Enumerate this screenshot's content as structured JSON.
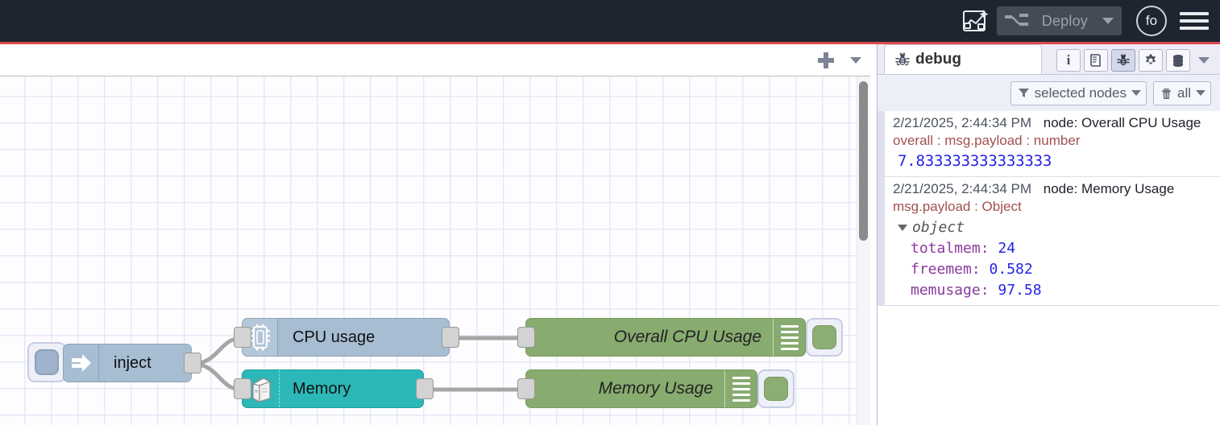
{
  "header": {
    "flow_icon": "flow-sparkle-icon",
    "deploy_label": "Deploy",
    "deploy_caret_icon": "chevron-down-icon",
    "avatar_initials": "fo",
    "menu_icon": "hamburger-menu-icon"
  },
  "editor": {
    "tabbar": {
      "add_icon": "plus-icon",
      "caret_icon": "chevron-down-icon"
    },
    "nodes": [
      {
        "id": "inject",
        "label": "inject",
        "icon": "arrow-right-icon",
        "type": "inject"
      },
      {
        "id": "cpu",
        "label": "CPU usage",
        "icon": "microchip-icon",
        "type": "cpu"
      },
      {
        "id": "memory",
        "label": "Memory",
        "icon": "server-tower-icon",
        "type": "memory"
      },
      {
        "id": "dbg1",
        "label": "Overall CPU Usage",
        "icon": "debug-lines-icon",
        "type": "debug"
      },
      {
        "id": "dbg2",
        "label": "Memory Usage",
        "icon": "debug-lines-icon",
        "type": "debug"
      }
    ],
    "colors": {
      "inject": "#a7bdd2",
      "cpu": "#a7bdd2",
      "memory": "#2cb8b8",
      "debug": "#88ab6f",
      "grid": "#e6e8f7"
    }
  },
  "sidebar": {
    "tab": {
      "label": "debug",
      "icon": "bug-icon"
    },
    "tools": [
      {
        "name": "info-icon",
        "glyph": "i",
        "active": false
      },
      {
        "name": "book-icon",
        "glyph": "",
        "active": false
      },
      {
        "name": "bug-icon",
        "glyph": "",
        "active": true
      },
      {
        "name": "gear-icon",
        "glyph": "",
        "active": false
      },
      {
        "name": "database-icon",
        "glyph": "",
        "active": false
      }
    ],
    "tools_caret_icon": "chevron-down-icon",
    "filters": {
      "nodes_label": "selected nodes",
      "nodes_icon": "filter-icon",
      "clear_label": "all",
      "clear_icon": "trash-icon",
      "caret_icon": "chevron-down-icon"
    },
    "messages": [
      {
        "timestamp": "2/21/2025, 2:44:34 PM",
        "node_label": "node: Overall CPU Usage",
        "topic": "overall : msg.payload : number",
        "kind": "number",
        "value": "7.833333333333333"
      },
      {
        "timestamp": "2/21/2025, 2:44:34 PM",
        "node_label": "node: Memory Usage",
        "topic": "msg.payload : Object",
        "kind": "object",
        "object_label": "object",
        "properties": [
          {
            "key": "totalmem",
            "value": "24"
          },
          {
            "key": "freemem",
            "value": "0.582"
          },
          {
            "key": "memusage",
            "value": "97.58"
          }
        ]
      }
    ]
  }
}
